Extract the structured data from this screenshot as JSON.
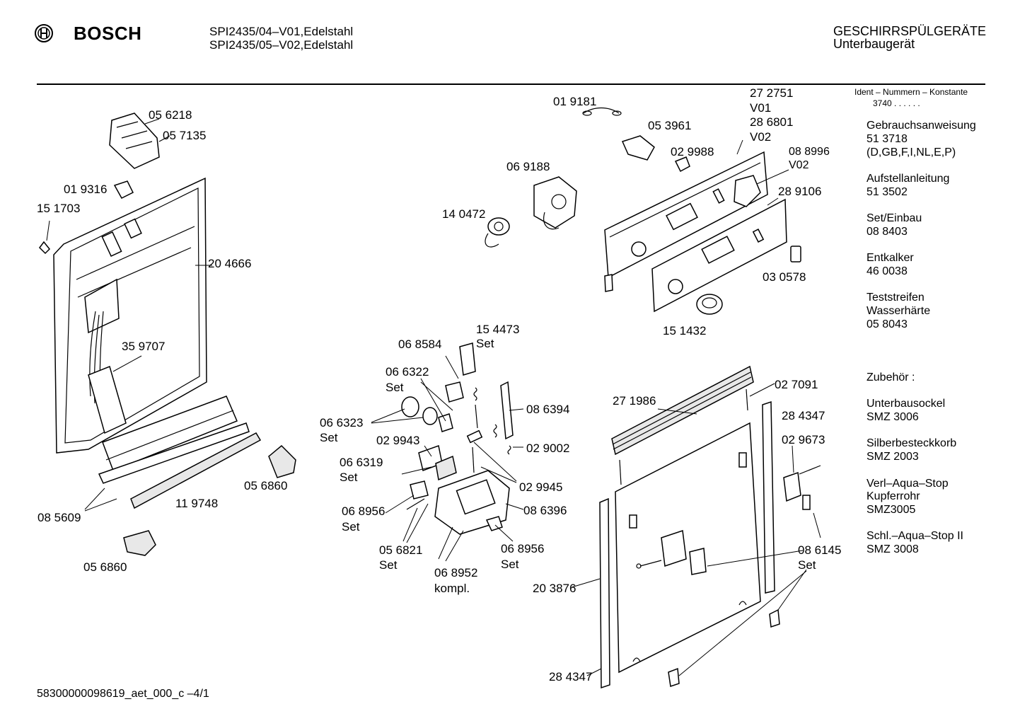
{
  "header": {
    "brand": "BOSCH",
    "model_line_1": "SPI2435/04–V01,Edelstahl",
    "model_line_2": "SPI2435/05–V02,Edelstahl",
    "category_line_1": "GESCHIRRSPÜLGERÄTE",
    "category_line_2": "Unterbaugerät"
  },
  "sidebar": {
    "ident_title": "Ident – Nummern – Konstante",
    "ident_value": "3740  .  .    .  .  .  .",
    "items": [
      {
        "name": "Gebrauchsanweisung",
        "lines": [
          "51 3718",
          "(D,GB,F,I,NL,E,P)"
        ]
      },
      {
        "name": "Aufstellanleitung",
        "lines": [
          "51 3502"
        ]
      },
      {
        "name": "Set/Einbau",
        "lines": [
          "08 8403"
        ]
      },
      {
        "name": "Entkalker",
        "lines": [
          "46 0038"
        ]
      },
      {
        "name": "Teststreifen",
        "lines": [
          "Wasserhärte",
          "05 8043"
        ]
      }
    ],
    "accessories_title": "Zubehör :",
    "accessories": [
      {
        "name": "Unterbausockel",
        "lines": [
          "SMZ 3006"
        ]
      },
      {
        "name": "Silberbesteckkorb",
        "lines": [
          "SMZ 2003"
        ]
      },
      {
        "name": "Verl–Aqua–Stop",
        "lines": [
          "Kupferrohr",
          "SMZ3005"
        ]
      },
      {
        "name": "Schl.–Aqua–Stop II",
        "lines": [
          "SMZ 3008"
        ]
      }
    ]
  },
  "part_labels": [
    {
      "id": "056218",
      "text": "05 6218"
    },
    {
      "id": "057135",
      "text": "05 7135"
    },
    {
      "id": "019316",
      "text": "01 9316"
    },
    {
      "id": "151703",
      "text": "15 1703"
    },
    {
      "id": "204666",
      "text": "20 4666"
    },
    {
      "id": "359707",
      "text": "35 9707"
    },
    {
      "id": "085609",
      "text": "08 5609"
    },
    {
      "id": "119748",
      "text": "11 9748"
    },
    {
      "id": "056860a",
      "text": "05 6860"
    },
    {
      "id": "056860b",
      "text": "05 6860"
    },
    {
      "id": "019181",
      "text": "01 9181"
    },
    {
      "id": "272751",
      "text": "27 2751"
    },
    {
      "id": "v01",
      "text": "V01"
    },
    {
      "id": "286801",
      "text": "28 6801"
    },
    {
      "id": "v02a",
      "text": "V02"
    },
    {
      "id": "053961",
      "text": "05 3961"
    },
    {
      "id": "029988",
      "text": "02 9988"
    },
    {
      "id": "088996",
      "text": "08 8996"
    },
    {
      "id": "v02b",
      "text": "V02"
    },
    {
      "id": "069188",
      "text": "06 9188"
    },
    {
      "id": "289106",
      "text": "28 9106"
    },
    {
      "id": "140472",
      "text": "14 0472"
    },
    {
      "id": "030578",
      "text": "03 0578"
    },
    {
      "id": "151432",
      "text": "15 1432"
    },
    {
      "id": "154473",
      "text": "15 4473"
    },
    {
      "id": "set154473",
      "text": "Set"
    },
    {
      "id": "068584",
      "text": "06 8584"
    },
    {
      "id": "066322",
      "text": "06 6322"
    },
    {
      "id": "set066322",
      "text": "Set"
    },
    {
      "id": "066323",
      "text": "06 6323"
    },
    {
      "id": "set066323",
      "text": "Set"
    },
    {
      "id": "086394",
      "text": "08 6394"
    },
    {
      "id": "029943",
      "text": "02 9943"
    },
    {
      "id": "029002",
      "text": "02 9002"
    },
    {
      "id": "066319",
      "text": "06 6319"
    },
    {
      "id": "set066319",
      "text": "Set"
    },
    {
      "id": "029945",
      "text": "02 9945"
    },
    {
      "id": "068956a",
      "text": "06 8956"
    },
    {
      "id": "set068956a",
      "text": "Set"
    },
    {
      "id": "086396",
      "text": "08 6396"
    },
    {
      "id": "056821",
      "text": "05 6821"
    },
    {
      "id": "set056821",
      "text": "Set"
    },
    {
      "id": "068952",
      "text": "06 8952"
    },
    {
      "id": "kompl",
      "text": "kompl."
    },
    {
      "id": "068956b",
      "text": "06 8956"
    },
    {
      "id": "set068956b",
      "text": "Set"
    },
    {
      "id": "271986",
      "text": "27 1986"
    },
    {
      "id": "027091",
      "text": "02 7091"
    },
    {
      "id": "284347a",
      "text": "28 4347"
    },
    {
      "id": "029673",
      "text": "02 9673"
    },
    {
      "id": "086145",
      "text": "08 6145"
    },
    {
      "id": "set086145",
      "text": "Set"
    },
    {
      "id": "203876",
      "text": "20 3876"
    },
    {
      "id": "284347b",
      "text": "28 4347"
    }
  ],
  "footer": {
    "doc_id": "58300000098619_aet_000_c  –4/1"
  }
}
